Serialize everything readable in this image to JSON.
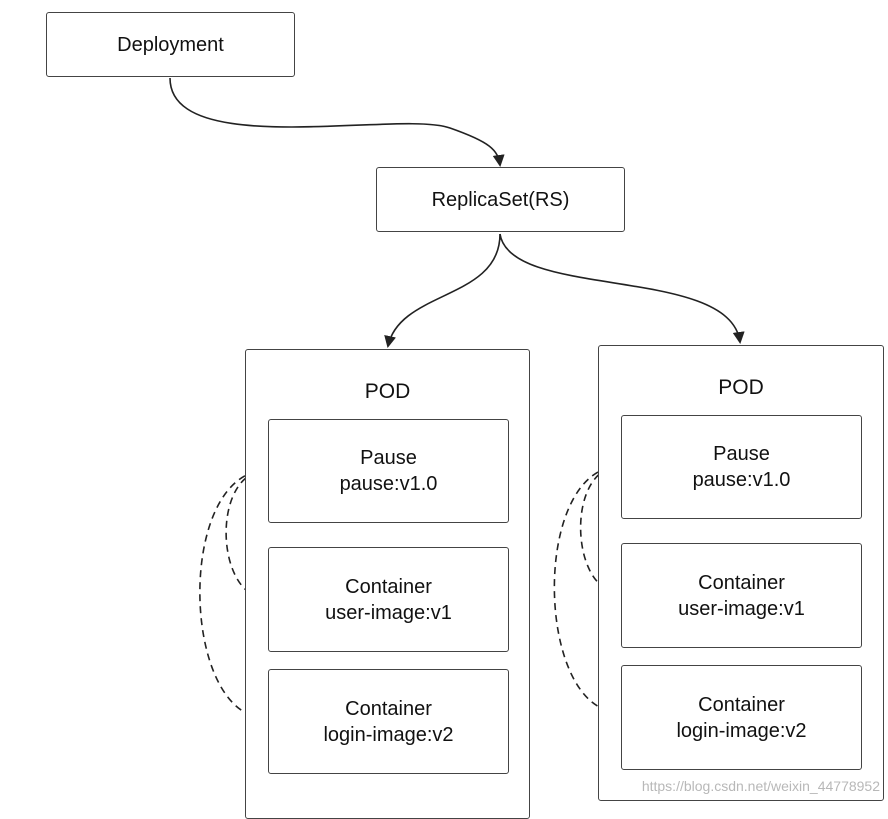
{
  "deployment": {
    "label": "Deployment"
  },
  "replicaset": {
    "label": "ReplicaSet(RS)"
  },
  "pods": [
    {
      "title": "POD",
      "pause": {
        "line1": "Pause",
        "line2": "pause:v1.0"
      },
      "container1": {
        "line1": "Container",
        "line2": "user-image:v1"
      },
      "container2": {
        "line1": "Container",
        "line2": "login-image:v2"
      }
    },
    {
      "title": "POD",
      "pause": {
        "line1": "Pause",
        "line2": "pause:v1.0"
      },
      "container1": {
        "line1": "Container",
        "line2": "user-image:v1"
      },
      "container2": {
        "line1": "Container",
        "line2": "login-image:v2"
      }
    }
  ],
  "watermark": "https://blog.csdn.net/weixin_44778952"
}
